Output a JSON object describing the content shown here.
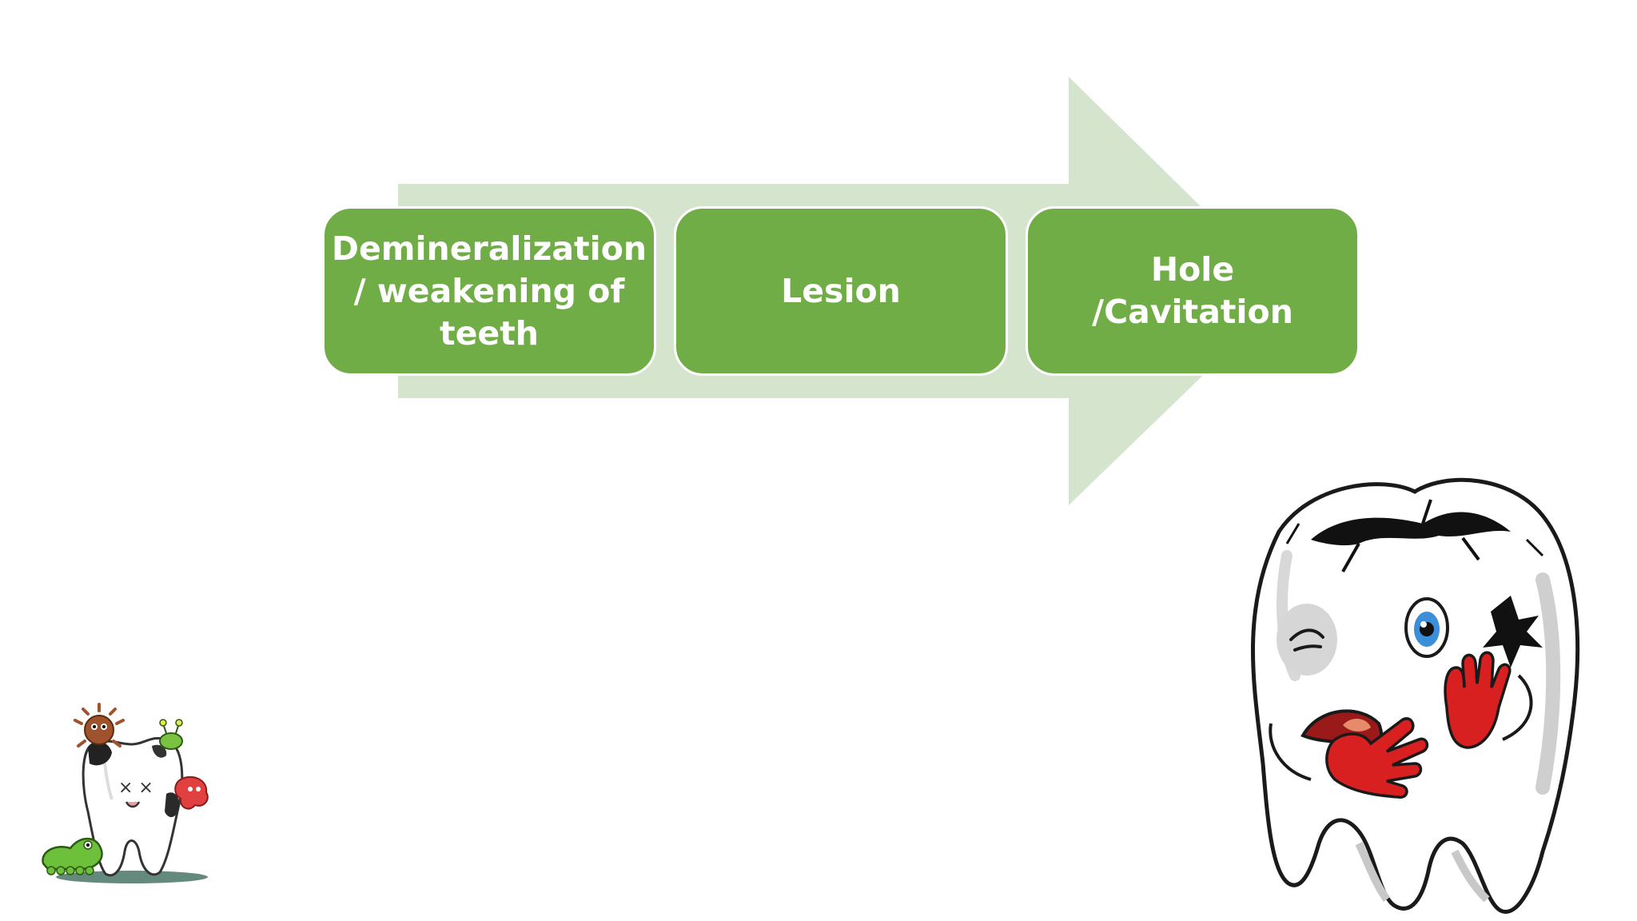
{
  "diagram": {
    "steps": [
      {
        "label": "Demineralization / weakening of teeth"
      },
      {
        "label": "Lesion"
      },
      {
        "label": "Hole /Cavitation"
      }
    ]
  },
  "colors": {
    "arrow": "#d4e4cb",
    "box": "#70ad47",
    "text": "#ffffff"
  },
  "icons": {
    "left_clipart": "tooth-with-germs-icon",
    "right_clipart": "decayed-tooth-character-icon"
  }
}
